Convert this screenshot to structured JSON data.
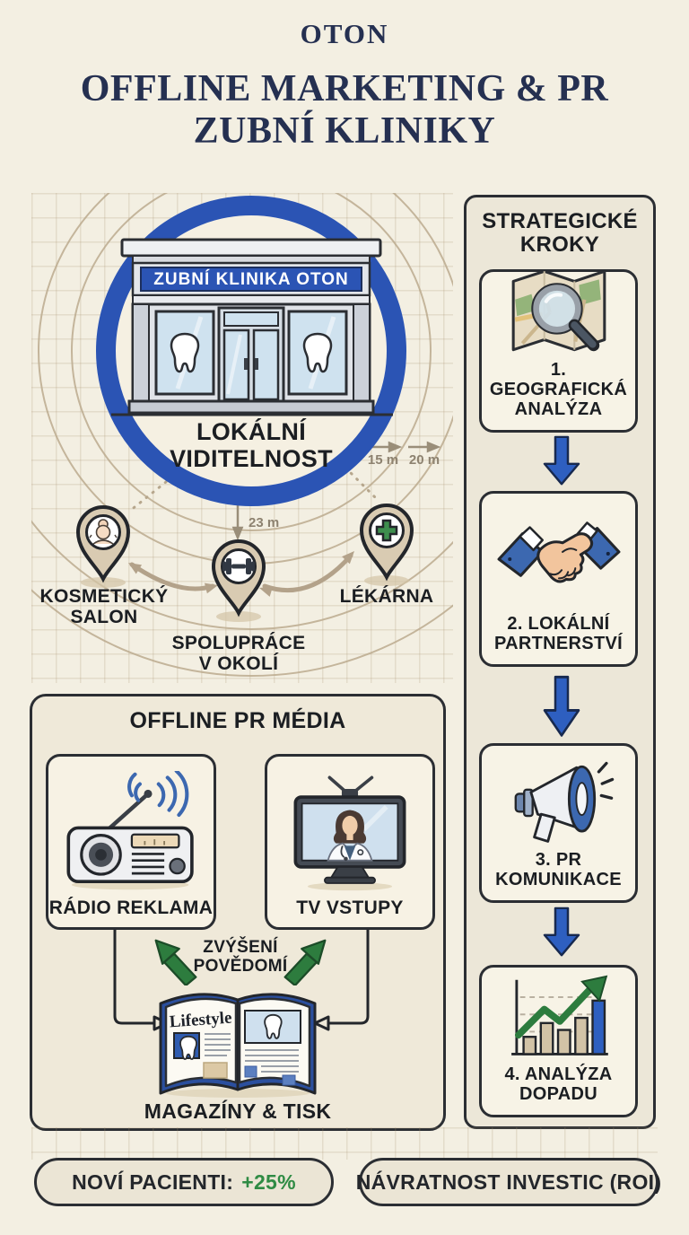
{
  "header": {
    "brand": "OTON",
    "title": [
      "OFFLINE MARKETING & PR",
      "ZUBNÍ KLINIKY"
    ]
  },
  "visibility": {
    "storefront_sign": "ZUBNÍ KLINIKA OTON",
    "label": [
      "LOKÁLNÍ",
      "VIDITELNOST"
    ],
    "distances": {
      "d15": "15 m",
      "d20": "20 m",
      "d23": "23 m"
    },
    "pins": [
      {
        "icon": "beauty-salon-pin",
        "label": [
          "KOSMETICKÝ",
          "SALON"
        ]
      },
      {
        "icon": "gym-dumbbell-pin",
        "label": [
          "SPOLUPRÁCE",
          "V OKOLÍ"
        ]
      },
      {
        "icon": "pharmacy-cross-pin",
        "label": [
          "LÉKÁRNA",
          ""
        ]
      }
    ]
  },
  "strategy": {
    "title": [
      "STRATEGICKÉ",
      "KROKY"
    ],
    "steps": [
      {
        "icon": "map-magnifier",
        "label": [
          "1. GEOGRAFICKÁ",
          "ANALÝZA"
        ]
      },
      {
        "icon": "handshake",
        "label": [
          "2. LOKÁLNÍ",
          "PARTNERSTVÍ"
        ]
      },
      {
        "icon": "megaphone",
        "label": [
          "3. PR",
          "KOMUNIKACE"
        ]
      },
      {
        "icon": "growth-bar-chart",
        "label": [
          "4. ANALÝZA",
          "DOPADU"
        ]
      }
    ]
  },
  "media": {
    "title": "OFFLINE PR MÉDIA",
    "radio_label": "RÁDIO REKLAMA",
    "tv_label": "TV VSTUPY",
    "awareness": [
      "ZVÝŠENÍ",
      "POVĚDOMÍ"
    ],
    "magazine_title": "Lifestyle",
    "magazine_label": "MAGAZÍNY & TISK"
  },
  "results": {
    "patients_label": "NOVÍ PACIENTI:",
    "patients_value": "+25%",
    "roi_label": "NÁVRATNOST INVESTIC (ROI)"
  },
  "colors": {
    "background": "#f3efe2",
    "ink_outline": "#2b2e33",
    "brand_blue": "#2b54b4",
    "arrow_blue": "#2e5fc0",
    "ring_tan": "#b5a488",
    "pin_tan": "#d9cbb2",
    "success_green": "#2d7c3e",
    "pharmacy_green": "#3e8e4e",
    "title_navy": "#253051",
    "badge_value_green": "#2f8b44"
  }
}
